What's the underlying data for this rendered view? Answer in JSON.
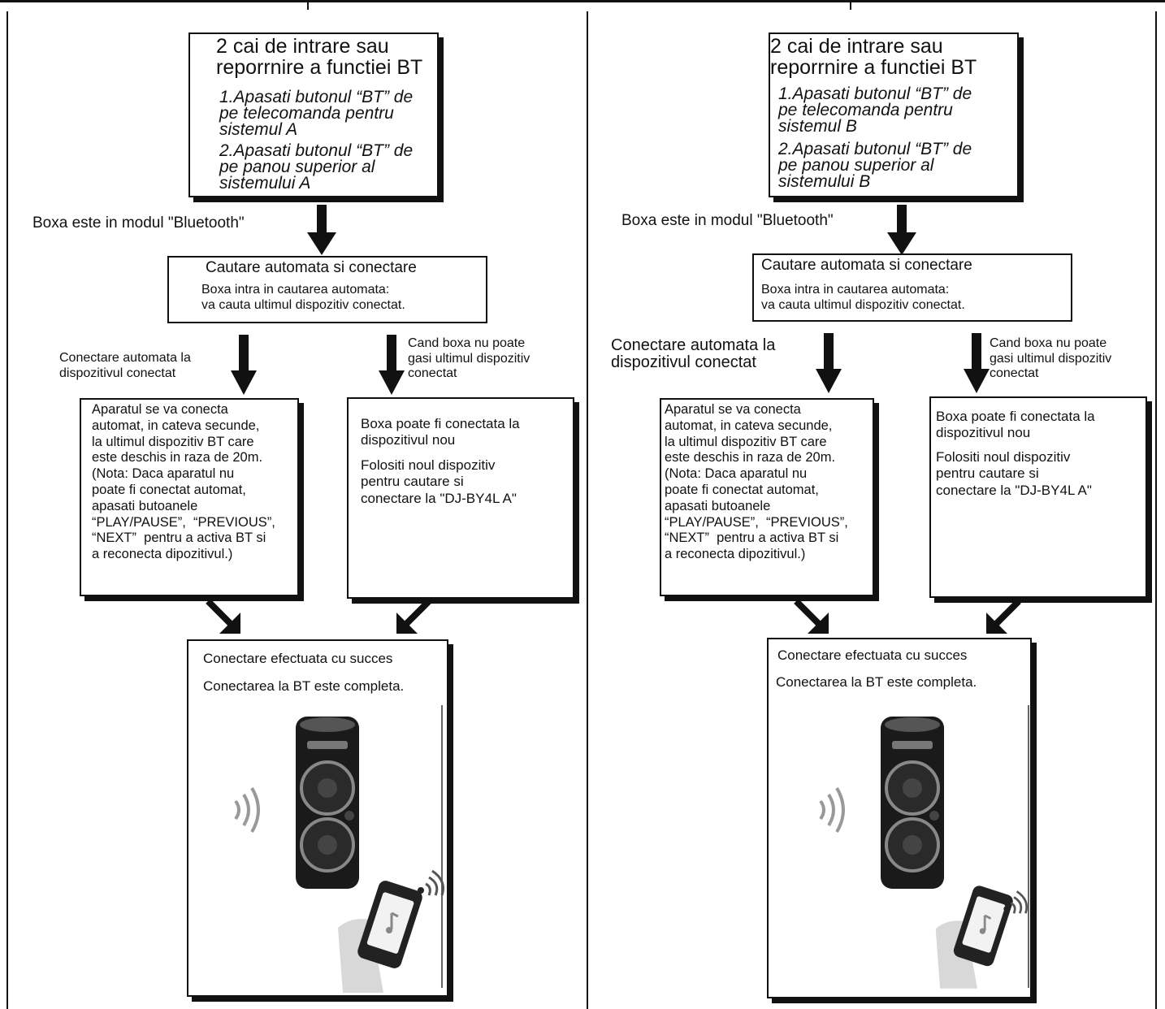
{
  "panels": [
    {
      "id": "A",
      "entry": {
        "title": "2 cai de intrare sau\nreporrnire a functiei BT",
        "step1": "1.Apasati butonul “BT” de\npe telecomanda pentru\nsistemul A",
        "step2": "2.Apasati butonul “BT” de\npe panou superior al\nsistemului A"
      },
      "mode_label": "Boxa este in modul \"Bluetooth\"",
      "search": {
        "title": "Cautare automata si conectare",
        "text": "Boxa intra in cautarea automata:\nva cauta ultimul dispozitiv conectat."
      },
      "left_branch_label": "Conectare automata la\ndispozitivul conectat",
      "right_branch_label": "Cand boxa nu poate\ngasi ultimul dispozitiv\nconectat",
      "auto_connect_text": "Aparatul se va conecta\nautomat, in cateva secunde,\nla ultimul dispozitiv BT care\neste deschis in raza de 20m.\n(Nota: Daca aparatul nu\npoate fi conectat automat,\napasati butoanele\n“PLAY/PAUSE”,  “PREVIOUS”,\n“NEXT”  pentru a activa BT si\na reconecta dipozitivul.)",
      "new_device": {
        "title": "Boxa poate fi conectata la\ndispozitivul nou",
        "text": "Folositi noul dispozitiv\npentru cautare si\nconectare la \"DJ-BY4L A\""
      },
      "success": {
        "title": "Conectare efectuata cu succes",
        "text": "Conectarea la BT este completa."
      }
    },
    {
      "id": "B",
      "entry": {
        "title": "2 cai de intrare sau\nreporrnire a functiei BT",
        "step1": "1.Apasati butonul “BT” de\npe telecomanda pentru\nsistemul B",
        "step2": "2.Apasati butonul “BT” de\npe panou superior al\nsistemului B"
      },
      "mode_label": "Boxa este in modul \"Bluetooth\"",
      "search": {
        "title": "Cautare automata si conectare",
        "text": "Boxa intra in cautarea automata:\nva cauta ultimul dispozitiv conectat."
      },
      "left_branch_label": "Conectare automata la\ndispozitivul conectat",
      "right_branch_label": "Cand boxa nu poate\ngasi ultimul dispozitiv\nconectat",
      "auto_connect_text": "Aparatul se va conecta\nautomat, in cateva secunde,\nla ultimul dispozitiv BT care\neste deschis in raza de 20m.\n(Nota: Daca aparatul nu\npoate fi conectat automat,\napasati butoanele\n“PLAY/PAUSE”,  “PREVIOUS”,\n“NEXT”  pentru a activa BT si\na reconecta dipozitivul.)",
      "new_device": {
        "title": "Boxa poate fi conectata la\ndispozitivul nou",
        "text": "Folositi noul dispozitiv\npentru cautare si\nconectare la \"DJ-BY4L A\""
      },
      "success": {
        "title": "Conectare efectuata cu succes",
        "text": "Conectarea la BT este completa."
      }
    }
  ],
  "icons": [
    "down-arrow-icon",
    "diagonal-arrow-icon",
    "speaker-icon",
    "sound-waves-icon",
    "smartphone-icon",
    "wifi-signal-icon"
  ],
  "colors": {
    "line": "#111111",
    "background": "#ffffff"
  }
}
